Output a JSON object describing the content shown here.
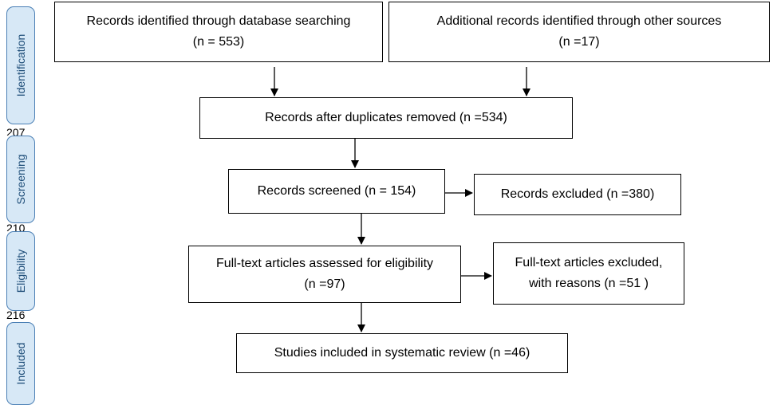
{
  "phases": {
    "identification": "Identification",
    "screening": "Screening",
    "eligibility": "Eligibility",
    "included": "Included"
  },
  "stray_marks": [
    "207",
    "210",
    "216"
  ],
  "boxes": {
    "database": {
      "line1": "Records identified through database searching",
      "line2": "(n = 553)"
    },
    "other": {
      "line1": "Additional records identified through other sources",
      "line2": "(n =17)"
    },
    "duplicates": {
      "line1": "Records after duplicates removed (n =534)"
    },
    "screened": {
      "line1": "Records screened (n = 154)"
    },
    "excluded": {
      "line1": "Records excluded (n =380)"
    },
    "fulltext": {
      "line1": "Full-text articles assessed for eligibility",
      "line2": "(n =97)"
    },
    "fulltext_excluded": {
      "line1": "Full-text articles excluded,",
      "line2": "with reasons (n =51 )"
    },
    "included": {
      "line1": "Studies included in systematic review (n =46)"
    }
  }
}
